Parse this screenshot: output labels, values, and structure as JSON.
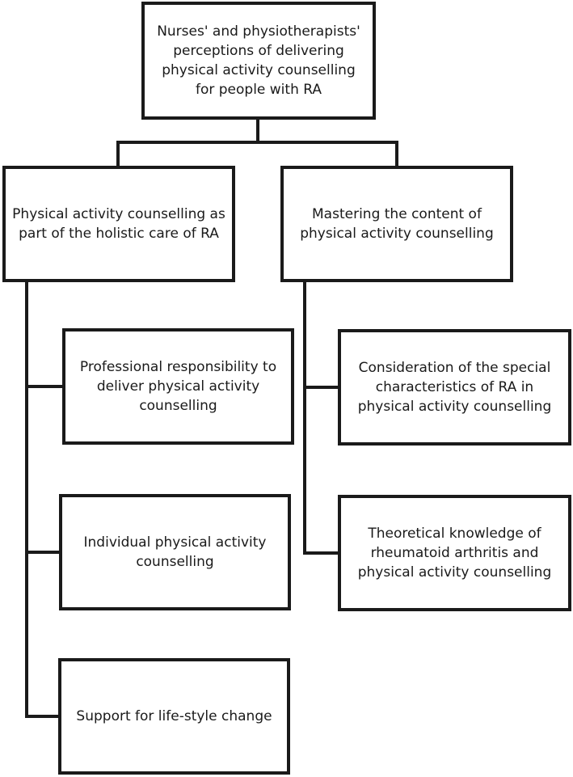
{
  "diagram": {
    "root": {
      "lines": [
        "Nurses' and physiotherapists'",
        "perceptions of delivering",
        "physical activity counselling",
        "for people with RA"
      ]
    },
    "themes": [
      {
        "lines": [
          "Physical activity counselling as",
          "part of the holistic care of RA"
        ],
        "subthemes": [
          {
            "lines": [
              "Professional responsibility to",
              "deliver physical activity",
              "counselling"
            ]
          },
          {
            "lines": [
              "Individual physical activity",
              "counselling"
            ]
          },
          {
            "lines": [
              "Support for life-style change"
            ]
          }
        ]
      },
      {
        "lines": [
          "Mastering the content of",
          "physical activity counselling"
        ],
        "subthemes": [
          {
            "lines": [
              "Consideration of the special",
              "characteristics of RA in",
              "physical activity counselling"
            ]
          },
          {
            "lines": [
              "Theoretical knowledge of",
              "rheumatoid arthritis and",
              "physical activity counselling"
            ]
          }
        ]
      }
    ]
  }
}
